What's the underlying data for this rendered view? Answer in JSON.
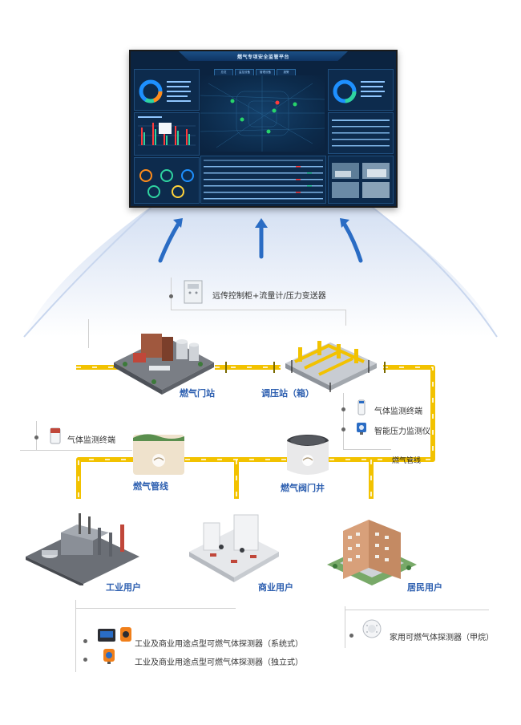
{
  "platform": {
    "title": "燃气专项安全监管平台",
    "tabs": [
      "总览",
      "监控设备",
      "管理设备",
      "报警"
    ]
  },
  "top_device": {
    "label": "远传控制柜+流量计/压力变送器"
  },
  "stations": {
    "gate_station": "燃气门站",
    "regulator_station": "调压站（箱）"
  },
  "pipelines": {
    "pipeline_label": "燃气管线",
    "pipeline_tag": "燃气管线",
    "valve_well": "燃气阀门井"
  },
  "devices_right": [
    {
      "label": "气体监测终端",
      "icon": "gas-terminal-icon"
    },
    {
      "label": "智能压力监测仪",
      "icon": "pressure-monitor-icon"
    }
  ],
  "devices_left": [
    {
      "label": "气体监测终端",
      "icon": "gas-terminal-icon"
    }
  ],
  "users": {
    "industrial": "工业用户",
    "commercial": "商业用户",
    "residential": "居民用户"
  },
  "detectors_bottom_left": [
    {
      "label": "工业及商业用途点型可燃气体探测器（系统式）",
      "icon": "system-detector-icon"
    },
    {
      "label": "工业及商业用途点型可燃气体探测器（独立式）",
      "icon": "standalone-detector-icon"
    }
  ],
  "detector_bottom_right": {
    "label": "家用可燃气体探测器（甲烷）",
    "icon": "household-detector-icon"
  },
  "colors": {
    "pipe": "#f2c200",
    "label_blue": "#2d5fb0",
    "arrow_blue": "#2a6cc4"
  }
}
